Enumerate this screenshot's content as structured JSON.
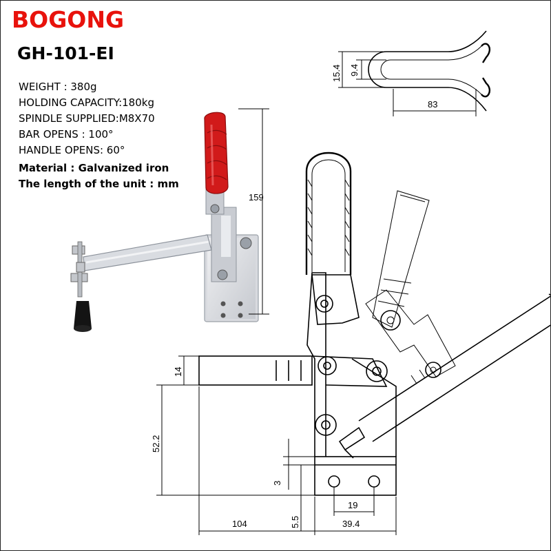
{
  "brand": {
    "name": "BOGONG",
    "color": "#e8120c"
  },
  "model": "GH-101-EI",
  "specs": [
    "WEIGHT : 380g",
    "HOLDING CAPACITY:180kg",
    "SPINDLE SUPPLIED:M8X70",
    "BAR OPENS : 100°",
    "HANDLE OPENS: 60°"
  ],
  "notes": [
    "Material :  Galvanized iron",
    "The length of the unit  : mm"
  ],
  "photo": {
    "height_label": "159",
    "handle_color": "#d11a1a"
  },
  "dimensions": {
    "top_outer": "15.4",
    "top_inner": "9.4",
    "top_length": "83",
    "bar_dia": "14",
    "height": "52.2",
    "slot": "3",
    "hole_spacing": "19",
    "base_offset": "5.5",
    "reach": "104",
    "base_width": "39.4"
  }
}
